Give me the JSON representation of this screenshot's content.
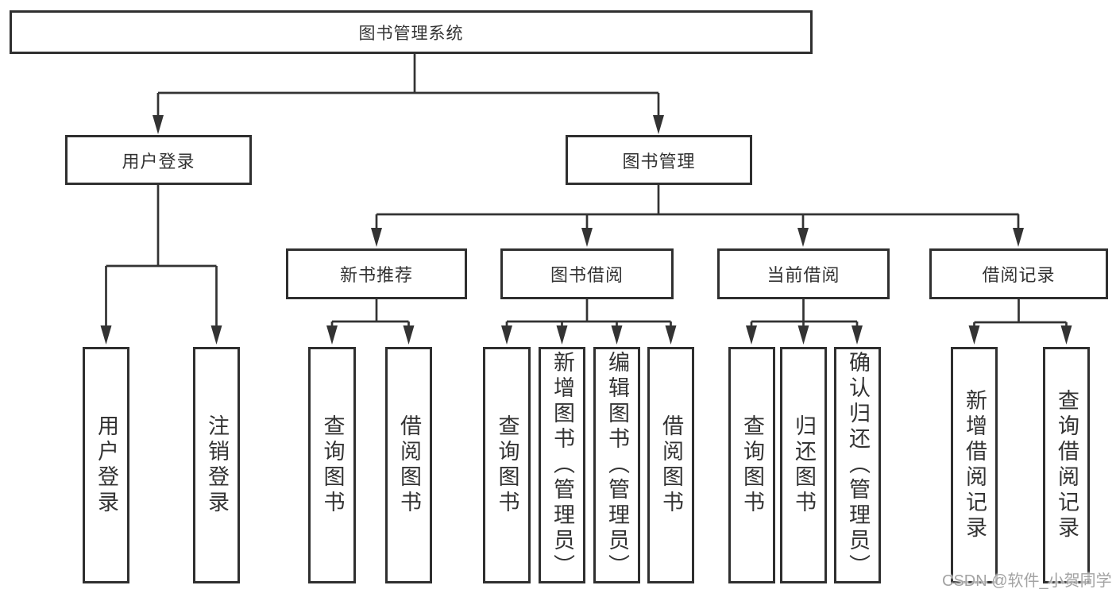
{
  "diagram": {
    "root": {
      "label": "图书管理系统",
      "children": [
        {
          "label": "用户登录",
          "children": [
            {
              "label": "用户登录"
            },
            {
              "label": "注销登录"
            }
          ]
        },
        {
          "label": "图书管理",
          "children": [
            {
              "label": "新书推荐",
              "children": [
                {
                  "label": "查询图书"
                },
                {
                  "label": "借阅图书"
                }
              ]
            },
            {
              "label": "图书借阅",
              "children": [
                {
                  "label": "查询图书"
                },
                {
                  "label": "新增图书（管理员）"
                },
                {
                  "label": "编辑图书（管理员）"
                },
                {
                  "label": "借阅图书"
                }
              ]
            },
            {
              "label": "当前借阅",
              "children": [
                {
                  "label": "查询图书"
                },
                {
                  "label": "归还图书"
                },
                {
                  "label": "确认归还（管理员）"
                }
              ]
            },
            {
              "label": "借阅记录",
              "children": [
                {
                  "label": "新增借阅记录"
                },
                {
                  "label": "查询借阅记录"
                }
              ]
            }
          ]
        }
      ]
    },
    "watermark": "CSDN @软件_小贺同学",
    "colors": {
      "ink": "#333333",
      "background": "#ffffff",
      "watermark": "#a3a3a3"
    }
  }
}
